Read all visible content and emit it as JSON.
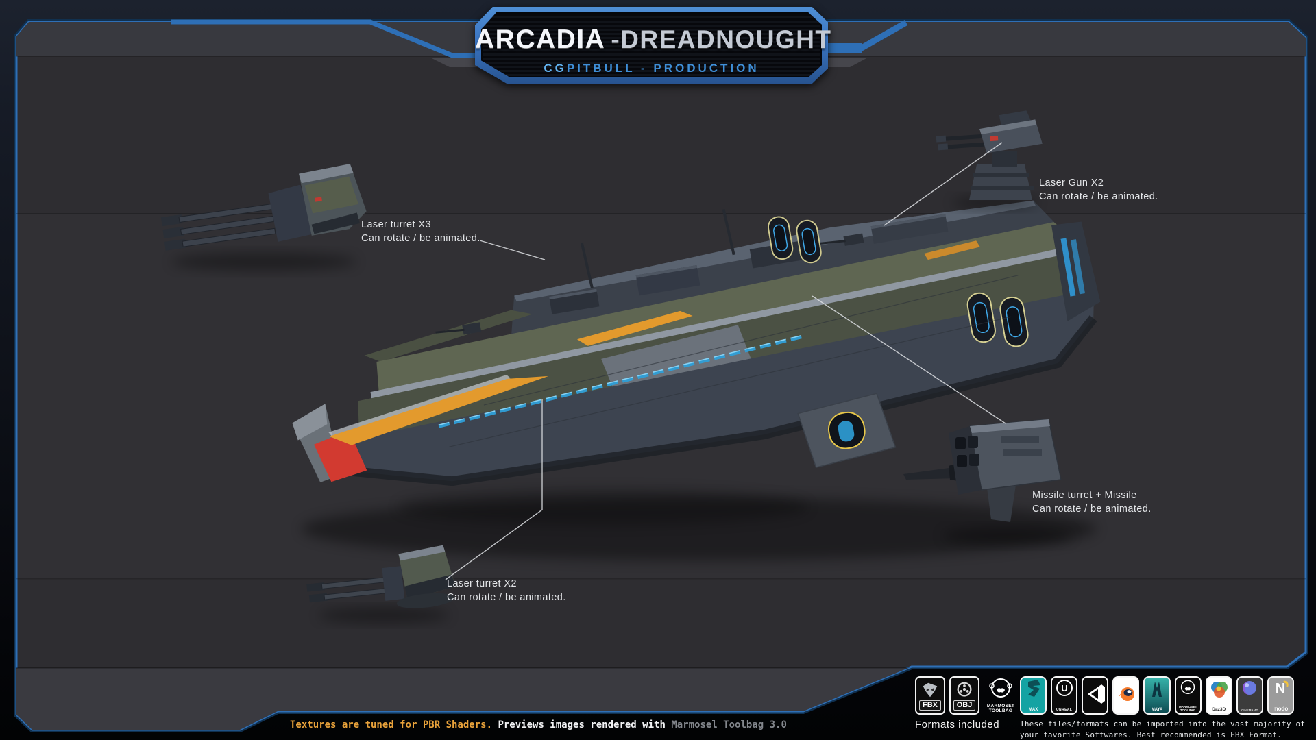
{
  "banner": {
    "title": "ARCADIA",
    "title2": "-DREADNOUGHT",
    "subtitle_strong": "CG",
    "subtitle_rest": "PITBULL - PRODUCTION"
  },
  "callouts": {
    "laser_turret_x3": {
      "title": "Laser turret X3",
      "desc": "Can rotate / be animated."
    },
    "laser_gun_x2": {
      "title": "Laser Gun X2",
      "desc": "Can rotate / be animated."
    },
    "missile_turret": {
      "title": "Missile turret + Missile",
      "desc": "Can rotate / be animated."
    },
    "laser_turret_x2": {
      "title": "Laser turret X2",
      "desc": "Can rotate / be animated."
    }
  },
  "formats": {
    "heading": "Formats included",
    "items": [
      {
        "name": "fbx",
        "label": "FBX"
      },
      {
        "name": "obj",
        "label": "OBJ"
      },
      {
        "name": "marmoset-toolbag",
        "label": "MARMOSET TOOLBAG"
      }
    ]
  },
  "software": {
    "items": [
      {
        "name": "3ds-max",
        "label": "MAX"
      },
      {
        "name": "unreal-engine",
        "label": "UNREAL"
      },
      {
        "name": "unity",
        "label": ""
      },
      {
        "name": "blender",
        "label": ""
      },
      {
        "name": "maya",
        "label": "MAYA"
      },
      {
        "name": "marmoset-toolbag",
        "label": "MARMOSET TOOLBAG"
      },
      {
        "name": "daz3d",
        "label": "Daz3D"
      },
      {
        "name": "cinema-4d",
        "label": "CINEMA 4D"
      },
      {
        "name": "modo",
        "label": "modo"
      }
    ],
    "note_line1": "These files/formats can be imported into the vast majority of",
    "note_line2": "your favorite Softwares. Best recommended is FBX Format."
  },
  "footer": {
    "highlight": "Textures are tuned for PBR Shaders.",
    "text": " Previews images rendered with ",
    "muted": "Marmosel Toolbag 3.0"
  },
  "colors": {
    "frame_blue": "#2e6fb6",
    "banner_blue": "#3e7cc8",
    "subtitle_blue": "#47a0e8",
    "accent_orange": "#e39a2d",
    "accent_red": "#d23a30",
    "glow_blue": "#38a7e0"
  }
}
